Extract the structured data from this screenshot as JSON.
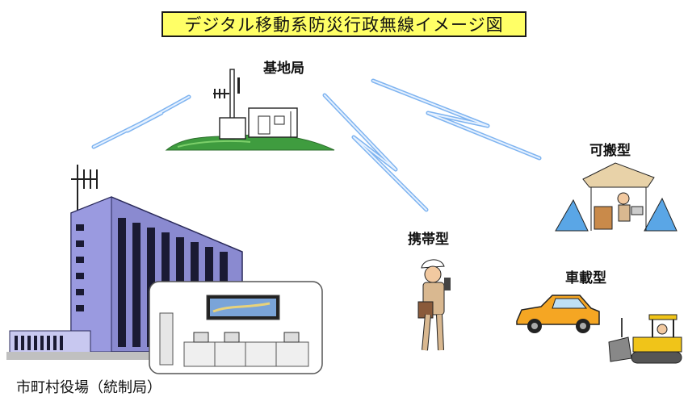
{
  "title": "デジタル移動系防災行政無線イメージ図",
  "labels": {
    "base_station": "基地局",
    "portable": "可搬型",
    "handheld": "携帯型",
    "vehicle": "車載型",
    "city_hall": "市町村役場（統制局）"
  },
  "colors": {
    "title_bg": "#ffff66",
    "radio_link": "#7fb4f0",
    "building": "#6c6cb8",
    "grass": "#3f9c3f",
    "car": "#f5a623",
    "bulldozer": "#f0c419"
  }
}
